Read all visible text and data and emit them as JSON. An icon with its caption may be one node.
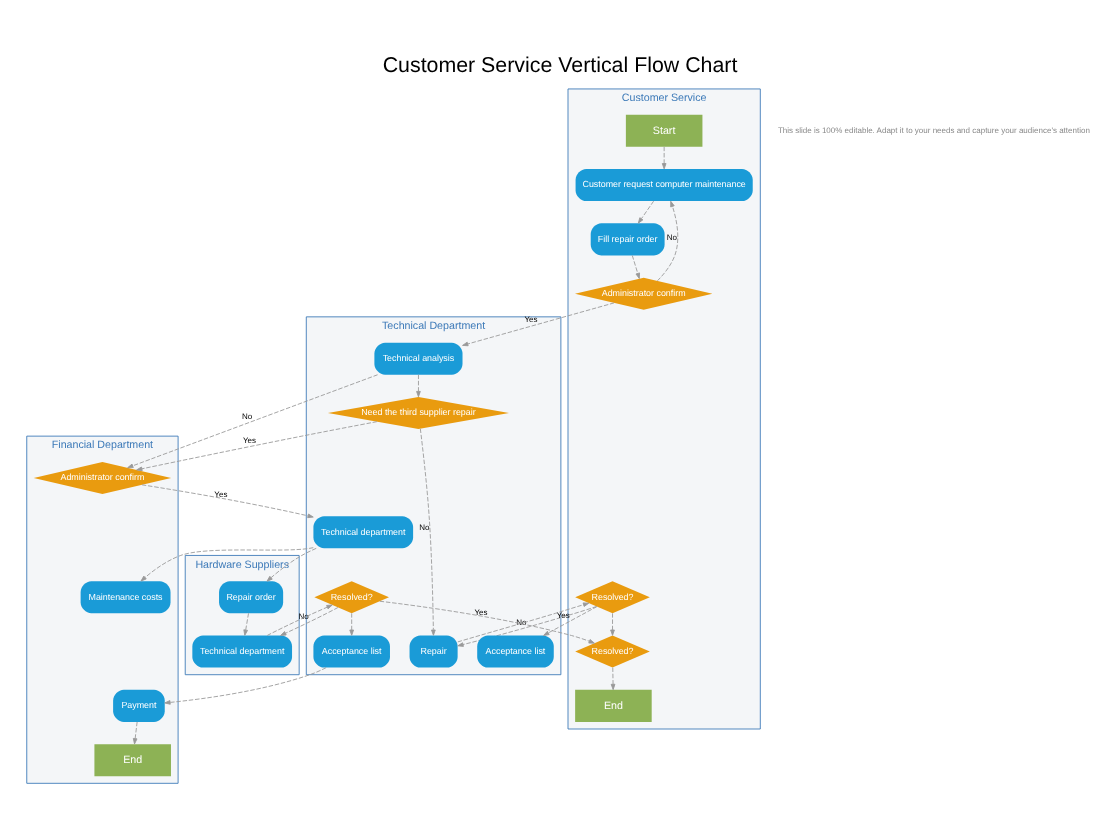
{
  "diagram": {
    "title": "Customer Service Vertical Flow Chart",
    "nodes": [
      {
        "text": [
          "Customer Service"
        ]
      },
      {
        "text": [
          "Technical Department"
        ]
      },
      {
        "text": [
          "Financial Department"
        ]
      },
      {
        "text": [
          "Hardware Suppliers"
        ]
      },
      {
        "text": [
          "Start"
        ],
        "in": 0
      },
      {
        "text": [
          "Customer request computer maintenance"
        ],
        "in": 0
      },
      {
        "text": [
          "Fill repair order"
        ],
        "in": 0
      },
      {
        "text": [
          "Administrator confirm"
        ],
        "in": 0
      },
      {
        "text": [
          "Resolved?"
        ],
        "in": 0
      },
      {
        "text": [
          "Resolved?"
        ],
        "in": 0
      },
      {
        "text": [
          "End"
        ],
        "in": 0
      },
      {
        "text": [
          "Technical analysis"
        ],
        "in": 1
      },
      {
        "text": [
          "Need the third supplier repair"
        ],
        "in": 1
      },
      {
        "text": [
          "Repair"
        ],
        "in": 1
      },
      {
        "text": [
          "Technical department"
        ],
        "in": 1
      },
      {
        "text": [
          "Acceptance list"
        ],
        "in": 1
      },
      {
        "text": [
          "Resolved?"
        ],
        "in": 1
      },
      {
        "text": [
          "Acceptance list"
        ],
        "in": 1
      },
      {
        "text": [
          "Administrator confirm"
        ],
        "in": 2
      },
      {
        "text": [
          "Maintenance costs"
        ],
        "in": 2
      },
      {
        "text": [
          "Payment"
        ],
        "in": 2
      },
      {
        "text": [
          "End"
        ],
        "in": 2
      },
      {
        "text": [
          "Repair order"
        ],
        "in": 3
      },
      {
        "text": [
          "Technical department"
        ],
        "in": 3
      }
    ],
    "edges": [
      {
        "from": 4,
        "to": 5,
        "arrow": "to"
      },
      {
        "from": 5,
        "to": 6,
        "arrow": "to"
      },
      {
        "from": 6,
        "to": 7,
        "arrow": "to"
      },
      {
        "from": 7,
        "to": 5,
        "arrow": "to",
        "label": "No"
      },
      {
        "from": 7,
        "to": 11,
        "arrow": "to",
        "label": "Yes"
      },
      {
        "from": 11,
        "to": 18,
        "arrow": "to",
        "label": "No"
      },
      {
        "from": 11,
        "to": 12,
        "arrow": "to"
      },
      {
        "from": 12,
        "to": 18,
        "arrow": "to",
        "label": "Yes"
      },
      {
        "from": 12,
        "to": 13,
        "arrow": "to",
        "label": "No"
      },
      {
        "from": 18,
        "to": 14,
        "arrow": "to",
        "label": "Yes"
      },
      {
        "from": 13,
        "to": 8,
        "arrow": "to"
      },
      {
        "from": 8,
        "to": 13,
        "arrow": "to",
        "label": "No"
      },
      {
        "from": 8,
        "to": 15,
        "arrow": "to",
        "label": "Yes"
      },
      {
        "from": 8,
        "to": 9,
        "arrow": "to"
      },
      {
        "from": 14,
        "to": 19,
        "arrow": "to"
      },
      {
        "from": 14,
        "to": 22,
        "arrow": "to"
      },
      {
        "from": 22,
        "to": 23,
        "arrow": "to"
      },
      {
        "from": 23,
        "to": 16,
        "arrow": "to"
      },
      {
        "from": 16,
        "to": 23,
        "arrow": "to",
        "label": "No"
      },
      {
        "from": 16,
        "to": 9,
        "arrow": "to",
        "label": "Yes"
      },
      {
        "from": 16,
        "to": 17,
        "arrow": "to"
      },
      {
        "from": 17,
        "to": 20,
        "arrow": "to"
      },
      {
        "from": 20,
        "to": 21,
        "arrow": "to"
      },
      {
        "from": 9,
        "to": 10,
        "arrow": "to"
      }
    ],
    "labels": [
      "This slide is 100% editable. Adapt it to your needs and capture your audience's attention"
    ]
  }
}
